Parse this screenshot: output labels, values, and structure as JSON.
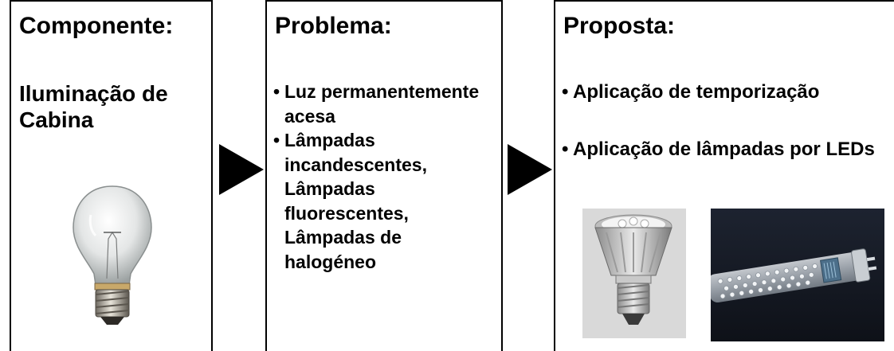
{
  "component": {
    "title": "Componente:",
    "name": "Iluminação de Cabina"
  },
  "problem": {
    "title": "Problema:",
    "bullets": [
      "Luz permanentemente acesa",
      "Lâmpadas incandescentes, Lâmpadas fluorescentes, Lâmpadas de halogéneo"
    ]
  },
  "proposal": {
    "title": "Proposta:",
    "bullets": [
      "Aplicação de temporização",
      "Aplicação de lâmpadas por LEDs"
    ]
  },
  "images": {
    "bulb": "incandescent-bulb-photo",
    "led_spot": "led-spotlight-photo",
    "led_tube": "led-tube-photo"
  }
}
